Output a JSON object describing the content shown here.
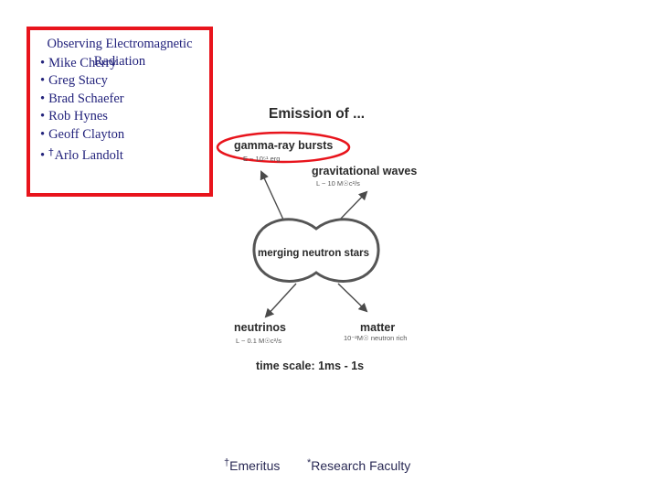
{
  "box": {
    "title": "Observing Electromagnetic Radiation",
    "bullet": "•",
    "dagger": "†",
    "people": [
      "Mike Cherry",
      "Greg Stacy",
      "Brad Schaefer",
      "Rob Hynes",
      "Geoff Clayton",
      "Arlo Landolt"
    ]
  },
  "diagram": {
    "title": "Emission of ...",
    "gamma_label": "gamma-ray bursts",
    "gamma_energy": "E ~ 10⁵¹ erg",
    "gw_label": "gravitational waves",
    "gw_luminosity": "L ~ 10 M☉c²/s",
    "center_label": "merging neutron stars",
    "neutrinos_label": "neutrinos",
    "neutrinos_luminosity": "L ~ 0.1 M☉c²/s",
    "matter_label": "matter",
    "matter_detail": "10⁻²M☉ neutron rich",
    "time_scale": "time scale: 1ms - 1s",
    "colors": {
      "highlight": "#e8141c",
      "outline": "#555555"
    }
  },
  "footnotes": {
    "dagger": "†",
    "emeritus": "Emeritus",
    "star": "*",
    "research": "Research Faculty"
  }
}
